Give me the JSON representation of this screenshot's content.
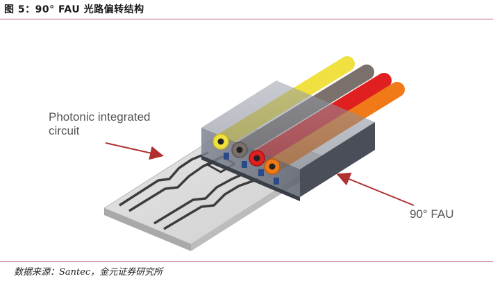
{
  "figure": {
    "title": "图 5：90° FAU 光路偏转结构",
    "source": "数据来源：Santec，金元证券研究所"
  },
  "labels": {
    "pic_line1": "Photonic integrated",
    "pic_line2": "circuit",
    "fau": "90° FAU"
  },
  "colors": {
    "rule": "#c0587a",
    "fiber_yellow": "#f0e040",
    "fiber_gray": "#7a706c",
    "fiber_red": "#e02020",
    "fiber_orange": "#f07a18",
    "block_dark": "#4a4e58",
    "chip_surface": "#d8d8d8",
    "waveguide": "#3c3c3c",
    "arrow": "#b03030"
  }
}
